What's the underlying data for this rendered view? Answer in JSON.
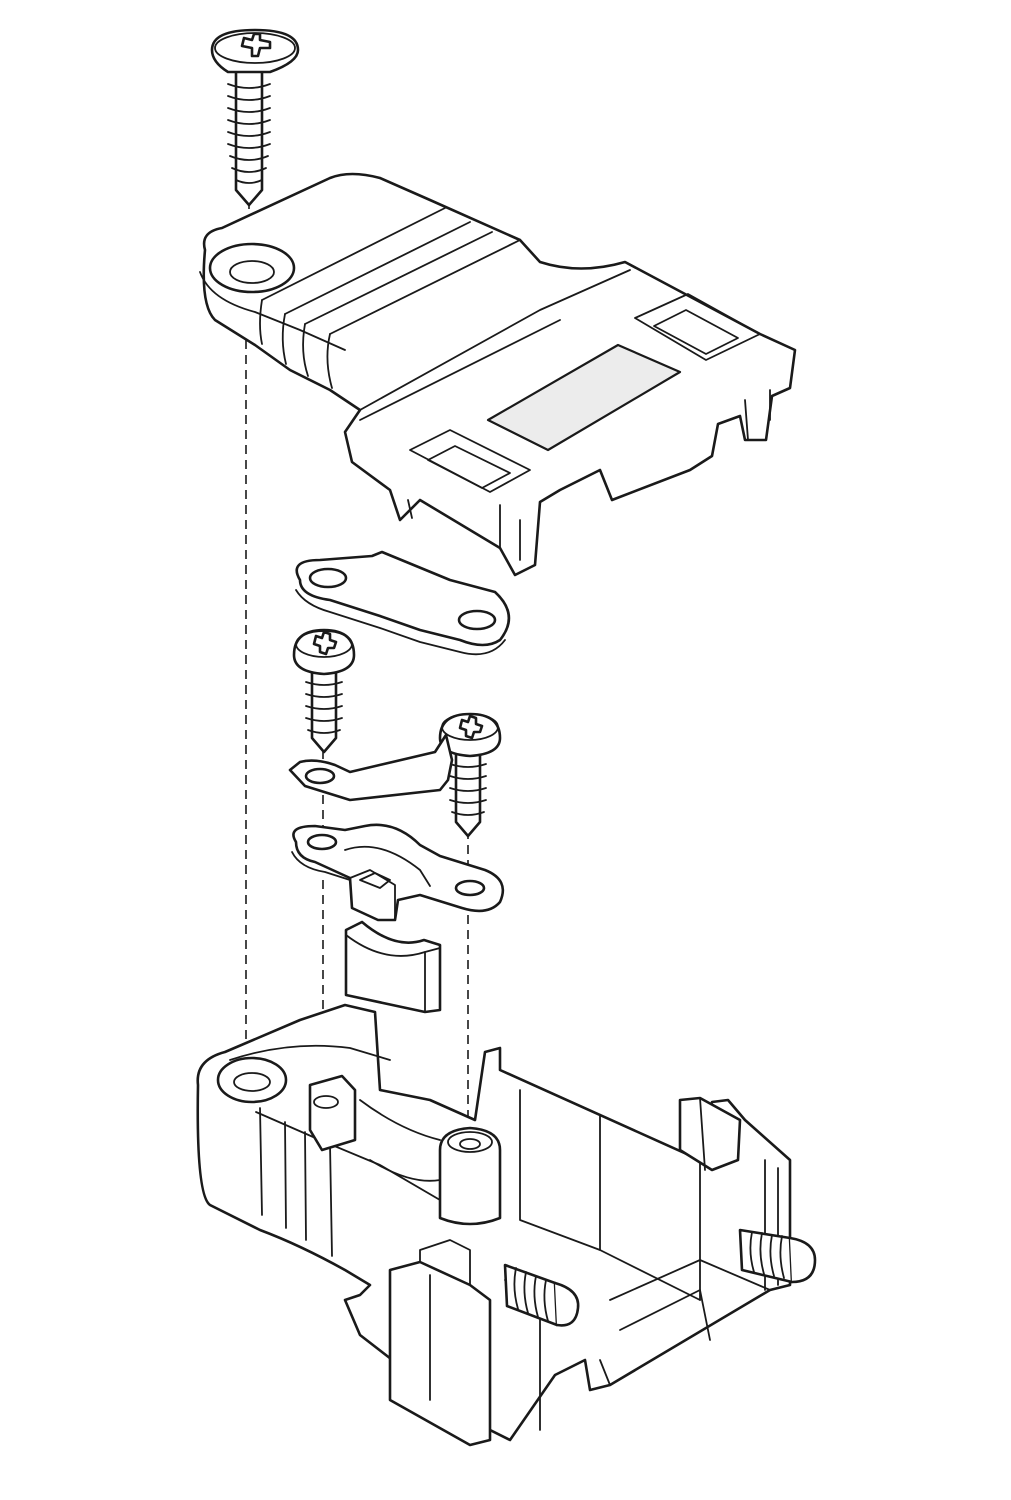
{
  "diagram": {
    "kind": "exploded-assembly-illustration",
    "colors": {
      "line": "#1a1a1a",
      "fill": "#ffffff",
      "shade": "#ececec"
    },
    "parts": [
      {
        "id": "long-screw",
        "icon": "phillips-flat-head-screw-icon"
      },
      {
        "id": "top-cover",
        "icon": "connector-hood-cover-icon"
      },
      {
        "id": "cable-clamp-plate",
        "icon": "clamp-plate-icon"
      },
      {
        "id": "pan-screw-left",
        "icon": "phillips-pan-head-screw-icon"
      },
      {
        "id": "pan-screw-right",
        "icon": "phillips-pan-head-screw-icon"
      },
      {
        "id": "ground-strap",
        "icon": "strain-relief-strap-icon"
      },
      {
        "id": "saddle-clamp",
        "icon": "saddle-clamp-icon"
      },
      {
        "id": "cable-insert",
        "icon": "cable-insert-block-icon"
      },
      {
        "id": "bottom-housing",
        "icon": "connector-hood-base-icon"
      },
      {
        "id": "jack-screw-right",
        "icon": "jack-screw-icon"
      },
      {
        "id": "jack-screw-front",
        "icon": "jack-screw-icon"
      }
    ]
  }
}
